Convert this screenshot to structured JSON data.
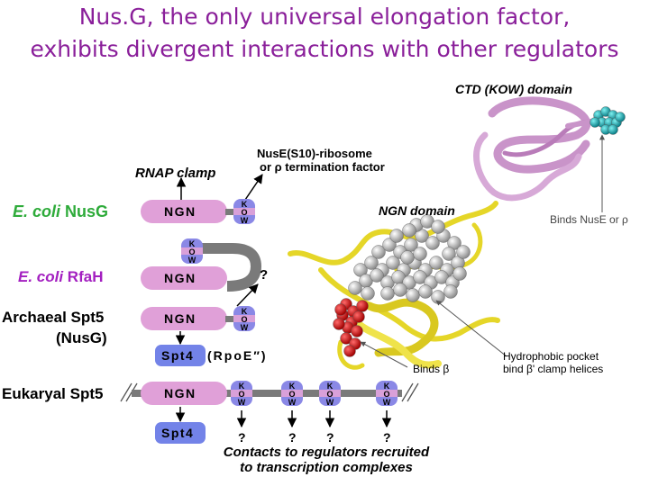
{
  "title": {
    "line1": "Nus.G, the only universal elongation factor,",
    "line2": "exhibits divergent interactions with other regulators"
  },
  "labels": {
    "rnap_clamp": "RNAP clamp",
    "nuse_line1": "NusE(S10)-ribosome",
    "nuse_line2": "or ρ termination factor",
    "ctd_domain": "CTD (KOW) domain",
    "ngn_domain": "NGN domain",
    "binds_nuse": "Binds NusE or ρ",
    "hydrophobic_line1": "Hydrophobic pocket",
    "hydrophobic_line2": "bind β' clamp helices",
    "binds_beta": "Binds β",
    "contacts_line1": "Contacts to regulators recruited",
    "contacts_line2": "to transcription complexes",
    "question": "?",
    "rpoe": "(RpoE″)"
  },
  "organisms": {
    "ecoli_nusg_italic": "E. coli",
    "ecoli_nusg_rest": " NusG",
    "ecoli_rfah_italic": "E. coli",
    "ecoli_rfah_rest": " RfaH",
    "archaeal_line1": "Archaeal Spt5",
    "archaeal_line2": "(NusG)",
    "eukaryal": "Eukaryal Spt5"
  },
  "domains": {
    "ngn": "NGN",
    "kow_k": "K",
    "kow_o": "O",
    "kow_w": "W",
    "spt4": "Spt4"
  },
  "colors": {
    "title": "#8a1f9a",
    "ecoli_nusg": "#2eab3a",
    "ecoli_rfah": "#a31fc0",
    "ngn_fill": "#e0a0d8",
    "kow_fill": "#8a88e6",
    "spt4_fill": "#7383e8",
    "linker": "#7a7a7a"
  }
}
